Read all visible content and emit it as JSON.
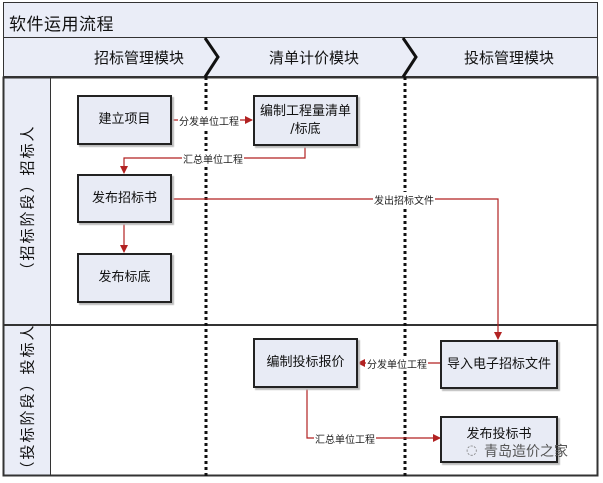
{
  "title": "软件运用流程",
  "columns": [
    {
      "label": "招标管理模块"
    },
    {
      "label": "清单计价模块"
    },
    {
      "label": "投标管理模块"
    }
  ],
  "lanes": [
    {
      "label": "（招标阶段）招标人"
    },
    {
      "label": "（投标阶段）投标人"
    }
  ],
  "nodes": {
    "create_project": {
      "label": "建立项目"
    },
    "compile_bill": {
      "label_line1": "编制工程量清单",
      "label_line2": "/标底"
    },
    "publish_tender_doc": {
      "label": "发布招标书"
    },
    "publish_base_price": {
      "label": "发布标底"
    },
    "compile_bid_quote": {
      "label": "编制投标报价"
    },
    "import_tender_file": {
      "label": "导入电子招标文件"
    },
    "publish_bid_doc": {
      "label": "发布投标书"
    }
  },
  "edges": [
    {
      "from": "create_project",
      "to": "compile_bill",
      "label": "分发单位工程"
    },
    {
      "from": "compile_bill",
      "to": "publish_tender_doc",
      "label": "汇总单位工程"
    },
    {
      "from": "publish_tender_doc",
      "to": "publish_base_price",
      "label": ""
    },
    {
      "from": "publish_tender_doc",
      "to": "import_tender_file",
      "label": "发出招标文件"
    },
    {
      "from": "import_tender_file",
      "to": "compile_bid_quote",
      "label": "分发单位工程"
    },
    {
      "from": "compile_bid_quote",
      "to": "publish_bid_doc",
      "label": "汇总单位工程"
    }
  ],
  "colors": {
    "arrow": "#b22222",
    "panel_fill": "#eaedf7",
    "box_fill": "#e8ebf5",
    "border": "#222222"
  },
  "watermark": {
    "icon": "wechat-icon",
    "text": "青岛造价之家"
  }
}
